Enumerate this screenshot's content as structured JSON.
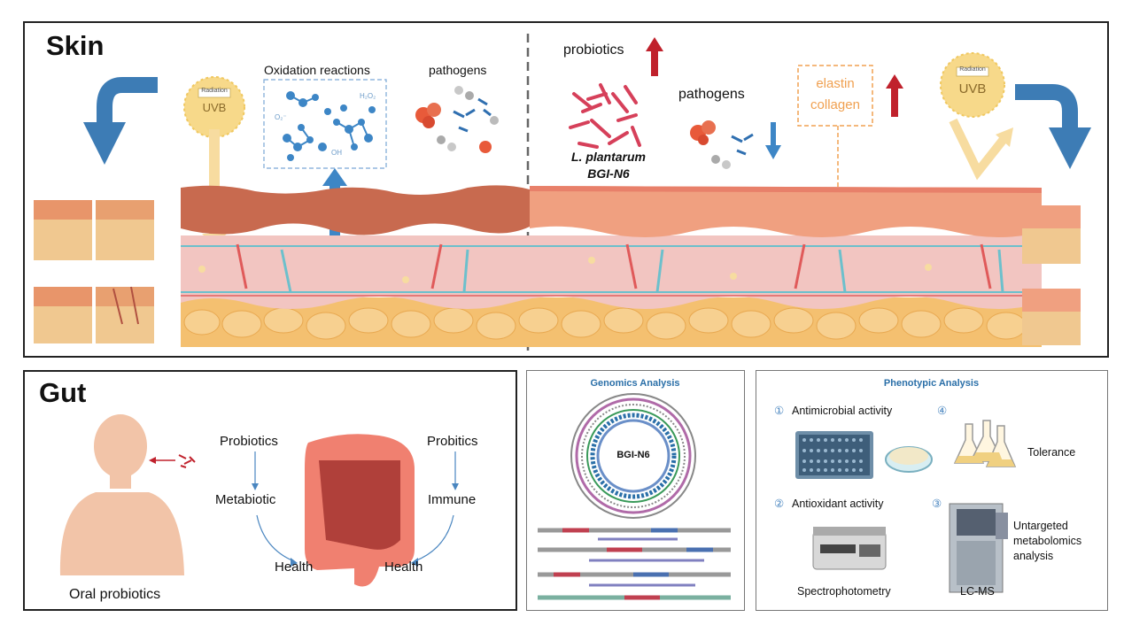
{
  "skin": {
    "title": "Skin",
    "uvb_left": {
      "badge": "Radiation",
      "label": "UVB"
    },
    "uvb_right": {
      "badge": "Radiation",
      "label": "UVB"
    },
    "oxidation_label": "Oxidation reactions",
    "pathogens_left": "pathogens",
    "probiotics": "probiotics",
    "species_line1": "L. plantarum",
    "species_line2": "BGI-N6",
    "pathogens_right": "pathogens",
    "elastin": "elastin",
    "collagen": "collagen",
    "molecule_labels": [
      "O₂⁻",
      "H₂O₂",
      "OH"
    ]
  },
  "gut": {
    "title": "Gut",
    "oral": "Oral probiotics",
    "left_chain": [
      "Probiotics",
      "Metabiotic",
      "Health"
    ],
    "right_chain": [
      "Probitics",
      "Immune",
      "Health"
    ]
  },
  "genomics": {
    "title": "Genomics Analysis",
    "center": "BGI-N6"
  },
  "phenotypic": {
    "title": "Phenotypic Analysis",
    "items": [
      {
        "num": "①",
        "label": "Antimicrobial activity"
      },
      {
        "num": "④",
        "label": "Tolerance"
      },
      {
        "num": "②",
        "label": "Antioxidant activity"
      },
      {
        "num": "③",
        "label": "Untargeted metabolomics analysis"
      }
    ],
    "spectro": "Spectrophotometry",
    "lcms": "LC-MS",
    "untargeted_lines": [
      "Untargeted",
      "metabolomics",
      "analysis"
    ]
  },
  "colors": {
    "blue_arrow": "#3d7cb5",
    "red_arrow": "#c0212c",
    "uvb_fill": "#f7d98a",
    "skin_pink": "#f2c5c1",
    "fat": "#f4c070",
    "epidermis": "#c86a4f",
    "collagen_orange": "#f0a050",
    "genomics_blue": "#2a6fa8"
  }
}
